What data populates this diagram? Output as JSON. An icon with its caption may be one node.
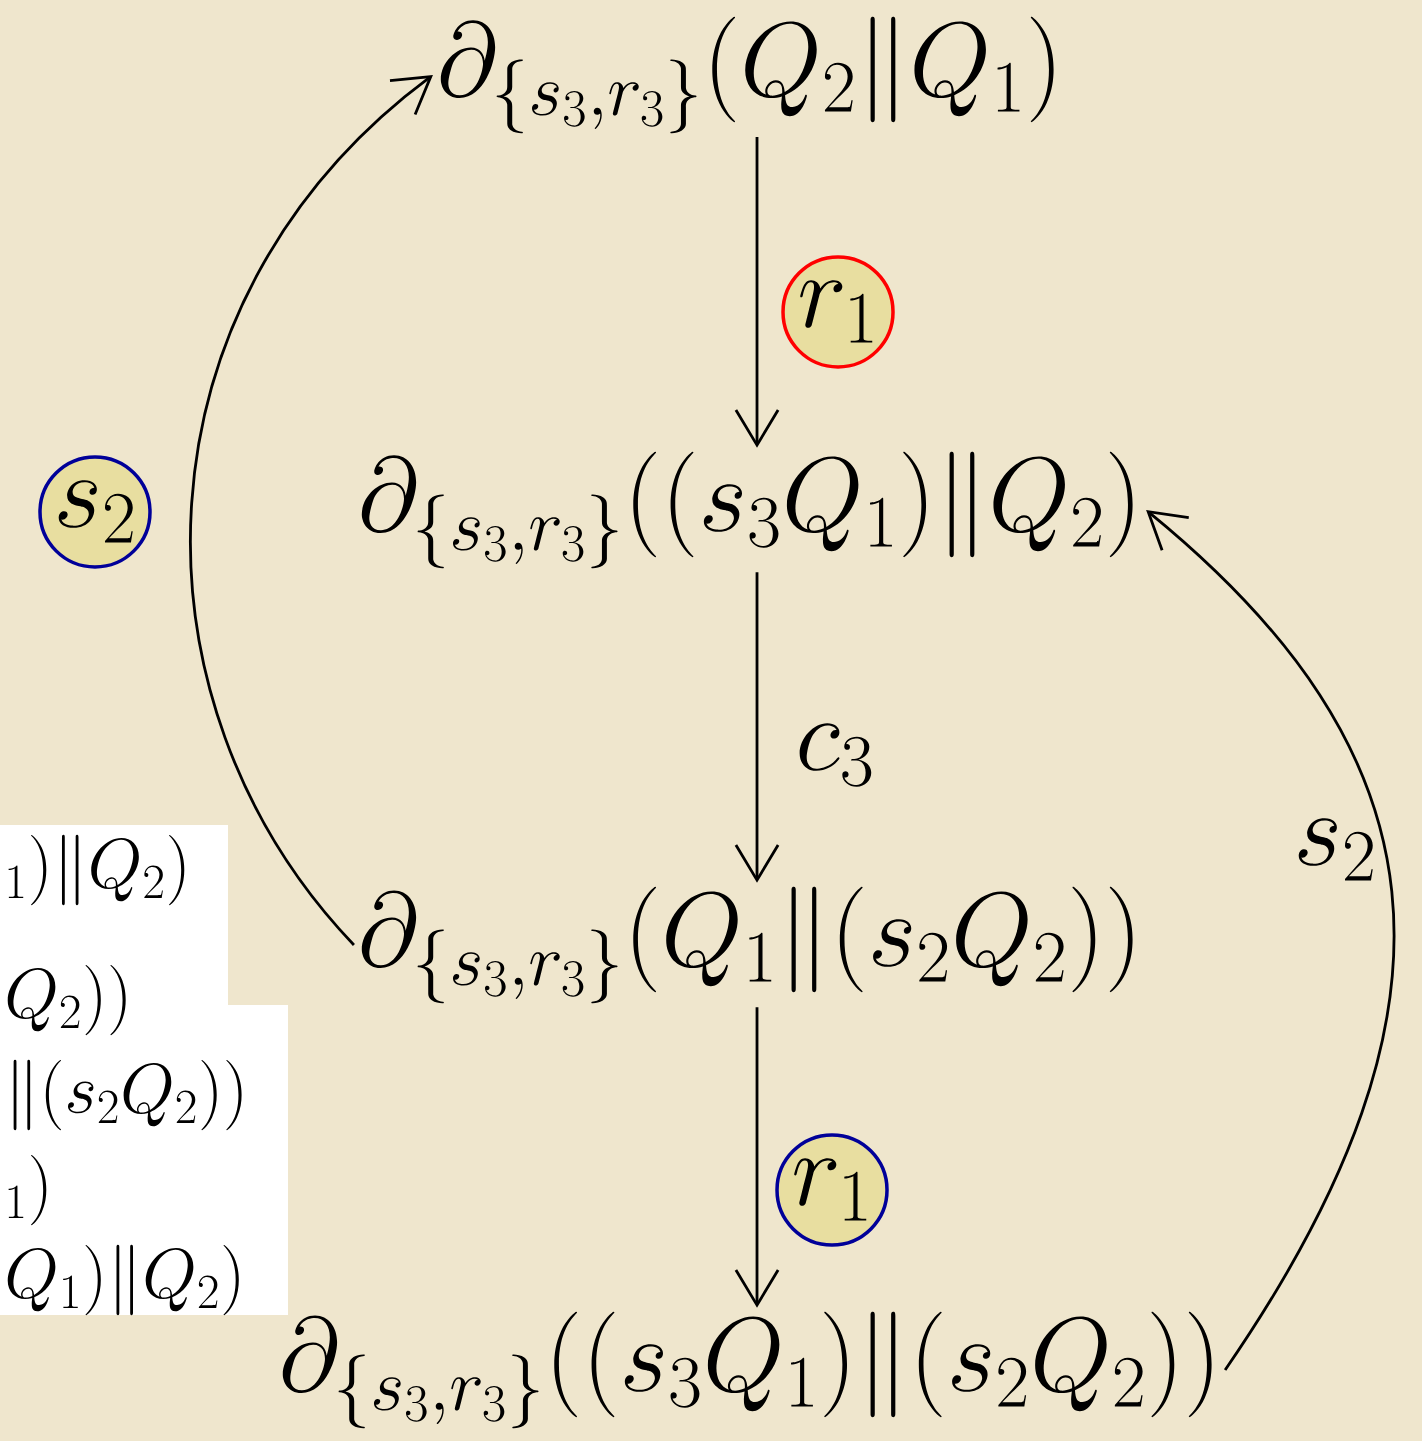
{
  "diagram": {
    "nodes": [
      {
        "text": [
          "\\partial_{\\{s_3,r_3\\}}(Q_2\\|Q_1)"
        ]
      },
      {
        "text": [
          "\\partial_{\\{s_3,r_3\\}}((s_3Q_1)\\|Q_2)"
        ]
      },
      {
        "text": [
          "\\partial_{\\{s_3,r_3\\}}(Q_1\\|(s_2Q_2))"
        ]
      },
      {
        "text": [
          "\\partial_{\\{s_3,r_3\\}}((s_3Q_1)\\|(s_2Q_2))"
        ]
      }
    ],
    "edges": [
      {
        "from": 0,
        "to": 1,
        "arrow": "to",
        "label": "r_1"
      },
      {
        "from": 1,
        "to": 2,
        "arrow": "to",
        "label": "c_3"
      },
      {
        "from": 2,
        "to": 3,
        "arrow": "to",
        "label": "r_1"
      },
      {
        "from": 3,
        "to": 1,
        "arrow": "to",
        "label": "s_2"
      },
      {
        "from": 2,
        "to": 0,
        "arrow": "to",
        "label": "s_2"
      }
    ],
    "labels": [
      "{}_1)\\|Q_2)",
      "Q_2))",
      "\\|(s_2Q_2))",
      "{}_1)",
      "Q_1)\\|Q_2)"
    ]
  }
}
